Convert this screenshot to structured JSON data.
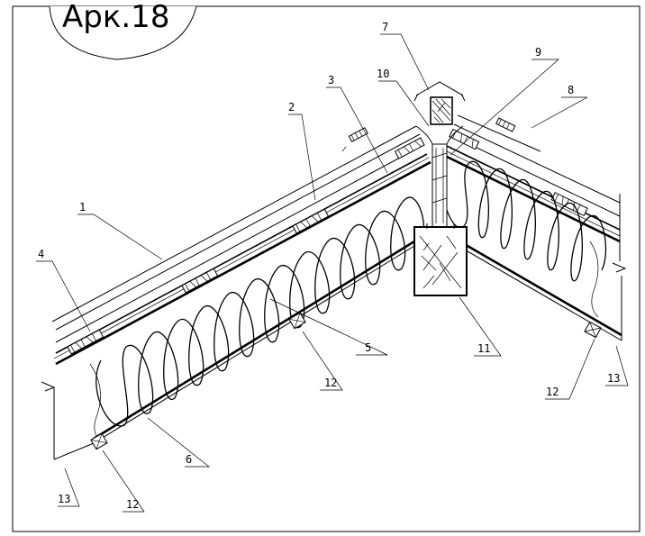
{
  "sheet_label": "Арк.18",
  "callouts": [
    {
      "id": "c1",
      "text": "1"
    },
    {
      "id": "c2",
      "text": "2"
    },
    {
      "id": "c3",
      "text": "3"
    },
    {
      "id": "c4",
      "text": "4"
    },
    {
      "id": "c5",
      "text": "5"
    },
    {
      "id": "c6",
      "text": "6"
    },
    {
      "id": "c7",
      "text": "7"
    },
    {
      "id": "c8",
      "text": "8"
    },
    {
      "id": "c9",
      "text": "9"
    },
    {
      "id": "c10",
      "text": "10"
    },
    {
      "id": "c11",
      "text": "11"
    },
    {
      "id": "c12a",
      "text": "12"
    },
    {
      "id": "c12b",
      "text": "12"
    },
    {
      "id": "c12c",
      "text": "12"
    },
    {
      "id": "c13a",
      "text": "13"
    },
    {
      "id": "c13b",
      "text": "13"
    }
  ]
}
